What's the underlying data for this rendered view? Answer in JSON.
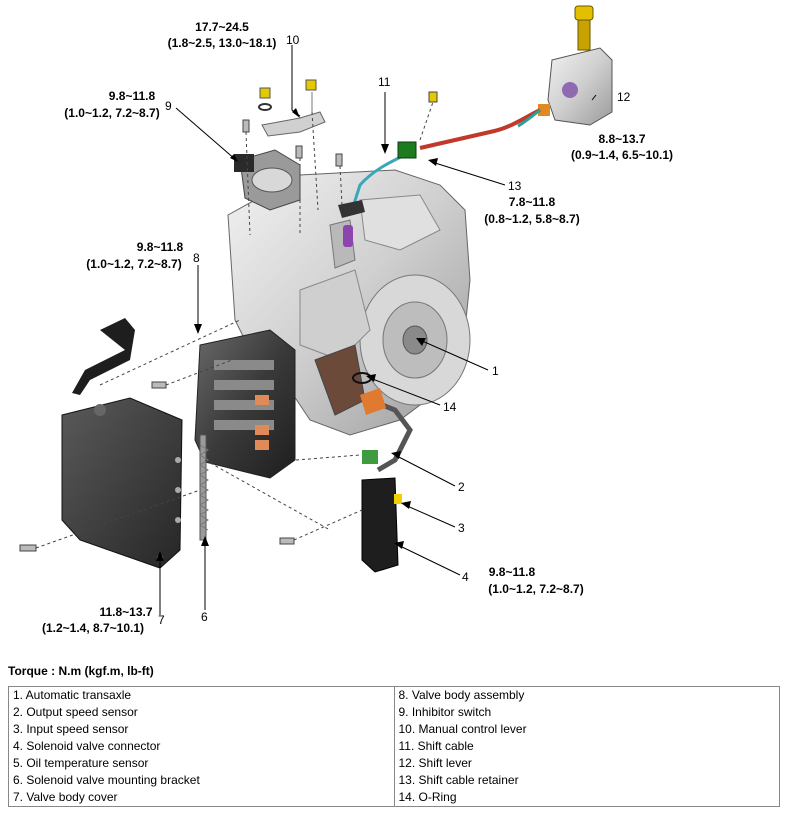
{
  "torque_labels": {
    "t10": [
      "17.7~24.5",
      "(1.8~2.5,  13.0~18.1)"
    ],
    "t9": [
      "9.8~11.8",
      "(1.0~1.2,  7.2~8.7)"
    ],
    "t8": [
      "9.8~11.8",
      "(1.0~1.2,  7.2~8.7)"
    ],
    "t12": [
      "8.8~13.7",
      "(0.9~1.4,  6.5~10.1)"
    ],
    "t13": [
      "7.8~11.8",
      "(0.8~1.2,  5.8~8.7)"
    ],
    "t4": [
      "9.8~11.8",
      "(1.0~1.2,  7.2~8.7)"
    ],
    "t7": [
      "11.8~13.7",
      "(1.2~1.4,  8.7~10.1)"
    ]
  },
  "callouts": {
    "n1": "1",
    "n2": "2",
    "n3": "3",
    "n4": "4",
    "n6": "6",
    "n7": "7",
    "n8": "8",
    "n9": "9",
    "n10": "10",
    "n11": "11",
    "n12": "12",
    "n13": "13",
    "n14": "14"
  },
  "torque_unit_title": "Torque  :  N.m  (kgf.m,  lb-ft)",
  "legend": {
    "left": [
      "1. Automatic transaxle",
      "2. Output speed sensor",
      "3. Input speed sensor",
      "4. Solenoid valve connector",
      "5. Oil temperature sensor",
      "6. Solenoid valve mounting bracket",
      "7. Valve body cover"
    ],
    "right": [
      "8. Valve body assembly",
      "9. Inhibitor switch",
      "10. Manual control lever",
      "11. Shift cable",
      "12. Shift lever",
      "13. Shift cable retainer",
      "14. O-Ring"
    ]
  }
}
